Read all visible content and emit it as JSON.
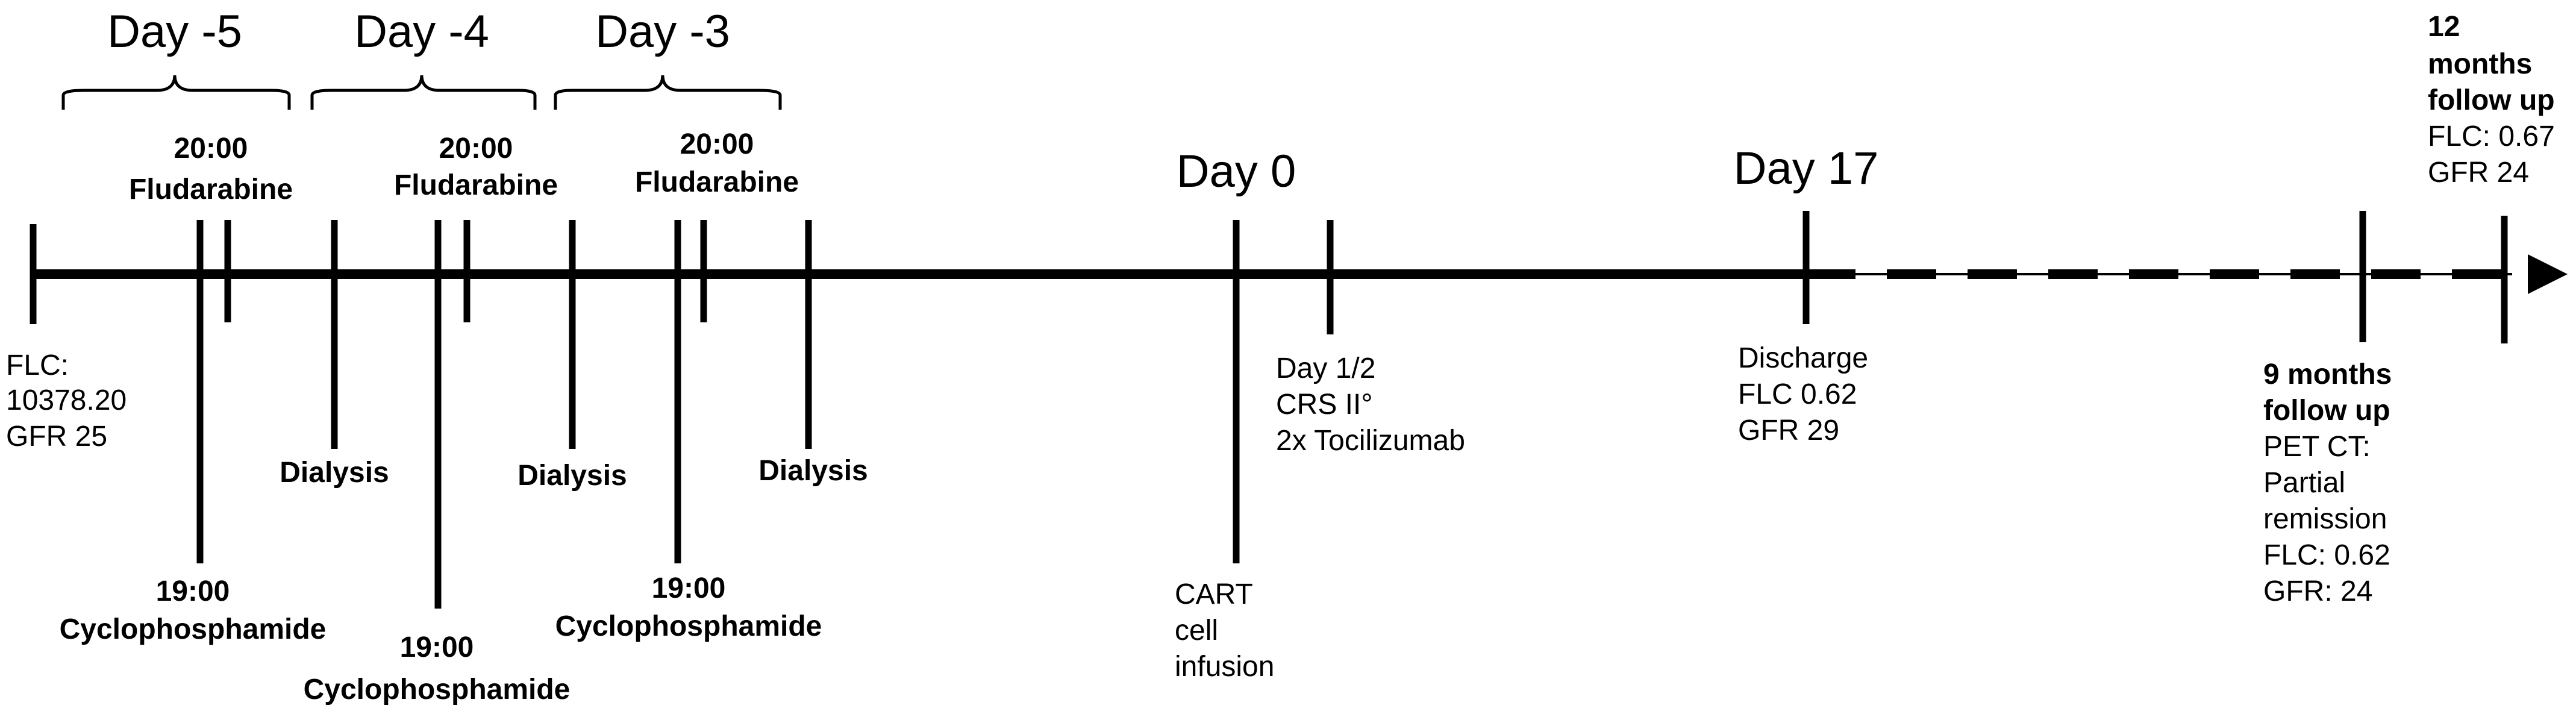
{
  "day_labels": {
    "d_minus5": "Day -5",
    "d_minus4": "Day -4",
    "d_minus3": "Day -3",
    "d0": "Day 0",
    "d17": "Day 17"
  },
  "fludarabine": {
    "time": "20:00",
    "drug": "Fludarabine"
  },
  "cyclophosphamide": {
    "time": "19:00",
    "drug": "Cyclophosphamide"
  },
  "dialysis": "Dialysis",
  "baseline": {
    "line1": "FLC:",
    "line2": "10378.20",
    "line3": "GFR 25"
  },
  "day0_event": {
    "line1": "CART",
    "line2": "cell",
    "line3": "infusion"
  },
  "day12_event": {
    "line1": "Day 1/2",
    "line2": "CRS II°",
    "line3": "2x Tocilizumab"
  },
  "discharge": {
    "line1": "Discharge",
    "line2": "FLC 0.62",
    "line3": "GFR 29"
  },
  "followup_9m": {
    "line1": "9 months",
    "line2": "follow up",
    "line3": "PET CT:",
    "line4": "Partial",
    "line5": "remission",
    "line6": "FLC: 0.62",
    "line7": "GFR: 24"
  },
  "followup_12m": {
    "line1": "12",
    "line2": "months",
    "line3": "follow up",
    "line4": "FLC: 0.67",
    "line5": "GFR 24"
  },
  "colors": {
    "line": "#000000",
    "text": "#000000",
    "background": "#ffffff"
  }
}
